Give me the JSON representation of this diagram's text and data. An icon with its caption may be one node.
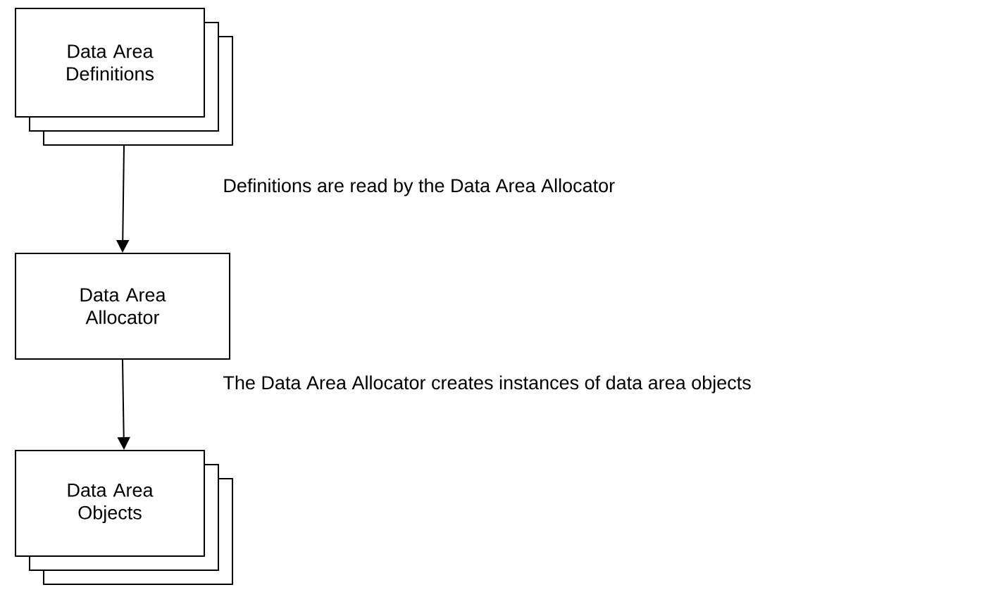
{
  "diagram": {
    "nodes": [
      {
        "text": [
          "Data Area Definitions"
        ]
      },
      {
        "text": [
          "Data Area Allocator"
        ]
      },
      {
        "text": [
          "Data Area Objects"
        ]
      }
    ],
    "edges": [
      {
        "from": 0,
        "to": 1,
        "arrow": "to"
      },
      {
        "from": 1,
        "to": 2,
        "arrow": "to"
      }
    ],
    "labels": [
      "Definitions are read by the Data Area Allocator",
      "The Data Area Allocator creates instances of data area objects"
    ]
  }
}
